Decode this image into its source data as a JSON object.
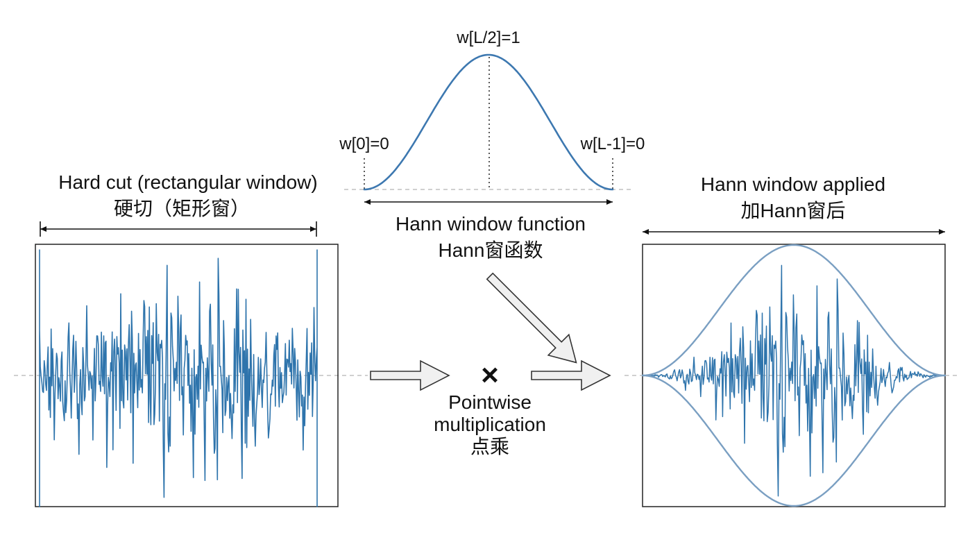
{
  "left_panel": {
    "title_en": "Hard cut (rectangular window)",
    "title_zh": "硬切（矩形窗）"
  },
  "hann_function": {
    "peak_label": "w[L/2]=1",
    "start_label": "w[0]=0",
    "end_label": "w[L-1]=0",
    "title_en": "Hann window function",
    "title_zh": "Hann窗函数"
  },
  "operation": {
    "symbol": "×",
    "label_line1": "Pointwise",
    "label_line2": "multiplication",
    "label_zh": "点乘"
  },
  "right_panel": {
    "title_en": "Hann window applied",
    "title_zh": "加Hann窗后"
  },
  "colors": {
    "signal": "#2e74ac",
    "hann_curve": "#3d78b0",
    "envelope": "#7a9fc2",
    "frame": "#222222",
    "baseline": "#b4b4b4",
    "arrow_fill": "#f0f0f0",
    "arrow_stroke": "#333333",
    "text": "#111111"
  }
}
